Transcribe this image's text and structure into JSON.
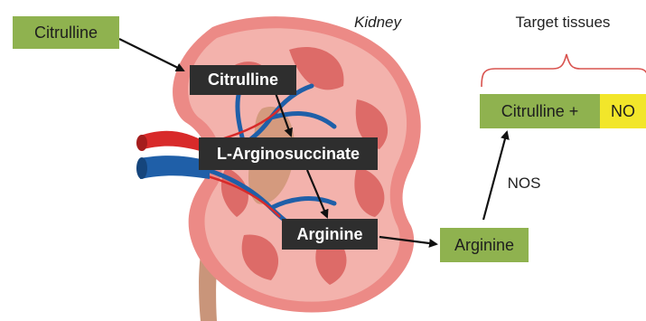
{
  "labels": {
    "kidney": "Kidney",
    "target_tissues": "Target tissues",
    "citrulline_input": "Citrulline",
    "citrulline_kidney": "Citrulline",
    "argininosuccinate": "L-Arginosuccinate",
    "arginine_kidney": "Arginine",
    "arginine_output": "Arginine",
    "citrulline_plus": "Citrulline +",
    "no": "NO",
    "nos": "NOS"
  },
  "colors": {
    "green_box": "#8fb24f",
    "dark_box": "#2e2e2e",
    "no_box": "#f2e62a",
    "bracket": "#d9534f",
    "kidney_outer": "#ec8a86",
    "kidney_inner": "#f3b2ac",
    "pyramid": "#dd6b68",
    "vein": "#1f5fa8",
    "artery": "#d82a2a",
    "ureter": "#c9957a"
  },
  "icons": [
    "kidney-illustration",
    "renal-artery",
    "renal-vein",
    "ureter"
  ]
}
